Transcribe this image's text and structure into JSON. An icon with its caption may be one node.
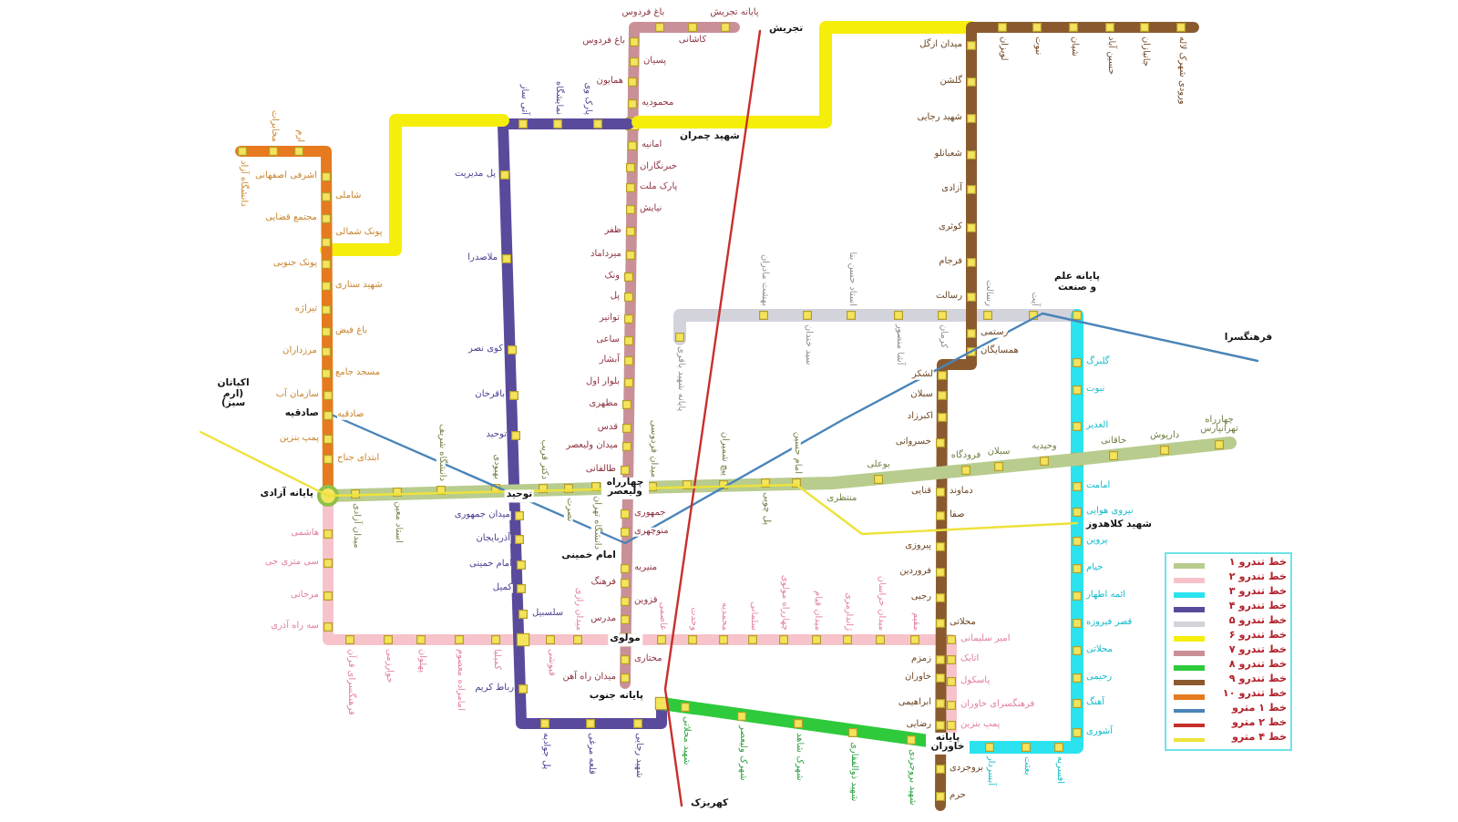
{
  "diagram": {
    "labels": [
      "دانشگاه آزاد",
      "مخابرات",
      "ارم",
      "اشرفی اصفهانی",
      "شاملی",
      "مجتمع قضایی",
      "پونک شمالی",
      "پونک جنوبی",
      "شهید ستاری",
      "تیراژه",
      "باغ فیض",
      "مرزداران",
      "مسجد جامع",
      "سازمان آب",
      "صادقیه",
      "صادقیه",
      "پمپ بنزین",
      "ابتدای جناح",
      "پایانه آزادی",
      "آتی ساز",
      "نمایشگاه",
      "پارک وی",
      "شهید چمران",
      "پل مدیریت",
      "ملاصدرا",
      "کوی نصر",
      "باقرخان",
      "توحید",
      "توحید",
      "میدان جمهوری",
      "آذربایجان",
      "امام خمینی",
      "کمیل",
      "سلسبیل",
      "رباط کریم",
      "پل جوادیه",
      "قلعه مرغی",
      "شهید رجایی",
      "میدان آزادی",
      "استاد معین",
      "دانشگاه شریف",
      "بهبودی",
      "دکتر قریب",
      "نصرت",
      "دانشگاه تهران",
      "چهارراه ولیعصر",
      "میدان فردوسی",
      "پیچ شمیران",
      "پل چوبی",
      "امام حسین",
      "منتظری",
      "بوعلی",
      "فرودگاه",
      "سبلان",
      "وحیدیه",
      "خاقانی",
      "دارپوش",
      "چهارراه تهرانپارس",
      "باغ فردوس",
      "پایانه تجریش",
      "باغ فردوس",
      "کاشانی",
      "پسیان",
      "همایون",
      "محمودیه",
      "امانیه",
      "خبرنگاران",
      "پارک ملت",
      "نیایش",
      "ظفر",
      "میرداماد",
      "ونک",
      "پل",
      "توانیر",
      "ساعی",
      "آبشار",
      "بلوار اول",
      "مطهری",
      "قدس",
      "میدان ولیعصر",
      "طالقانی",
      "جمهوری",
      "منوچهری",
      "امام خمینی",
      "منیریه",
      "فرهنگ",
      "قزوین",
      "مدرس",
      "مولوی",
      "مختاری",
      "میدان راه آهن",
      "هاشمی",
      "سی متری جی",
      "مرجانی",
      "سه راه آذری",
      "فرهنگسرای قرآن",
      "خوارزمی",
      "پهلوان",
      "امامزاده معصوم",
      "کمیلیا",
      "قبوشی",
      "میدان رازی",
      "عاصمی",
      "وحدت",
      "محمدیه",
      "سلمانی",
      "چهارراه مولوی",
      "میدان قیام",
      "ژاندارمری",
      "میدان خراسان",
      "مقیم",
      "امیر سلیمانی",
      "اتابک",
      "پاسکول",
      "فرهنگسرای خاوران",
      "پمپ بنزین",
      "میدان ازگل",
      "گلشن",
      "شهید رجایی",
      "شعبانلو",
      "آزادی",
      "کوثری",
      "فرجام",
      "رسالت",
      "رستمی",
      "همسایگان",
      "لشکر",
      "سبلان",
      "اکبرزاد",
      "خسروانی",
      "قنایی",
      "دماوند",
      "صفا",
      "پیروزی",
      "فروردین",
      "رجبی",
      "محلاتی",
      "زمزم",
      "خاوران",
      "ابراهیمی",
      "رضایی",
      "پایانه خاوران",
      "بروجردی",
      "حرم",
      "لویزان",
      "نبوت",
      "شیان",
      "حسین آباد",
      "جانبازان",
      "ورودی شهرک لاله",
      "پایانه شهید باقری",
      "بهشت مادران",
      "سید خندان",
      "استاد حسن بنا",
      "آشا منصور",
      "کرمان",
      "رسالت",
      "آیت",
      "پایانه علم و صنعت",
      "گلبرگ",
      "نبوت",
      "الغدیر",
      "امامت",
      "نیروی هوایی",
      "شهید کلاهدوز",
      "پروین",
      "خیام",
      "ائمه اطهار",
      "قصر فیروزه",
      "محلاتی",
      "رحیمی",
      "آهنگ",
      "آشوری",
      "افسریه",
      "بعثت",
      "آبسردار",
      "پایانه جنوب",
      "شهید محلاتی",
      "شهرک ولیعصر",
      "شهرک شاهد",
      "شهید ذوالفقاری",
      "شهید بروجردی",
      "تجریش",
      "کهریزک",
      "فرهنگسرا",
      "اکباتان (ارم سبز)"
    ],
    "legend": [
      {
        "text": "خط تندرو ۱",
        "color": "#b8cc8e"
      },
      {
        "text": "خط تندرو ۲",
        "color": "#f7c3cb"
      },
      {
        "text": "خط تندرو ۳",
        "color": "#2ae3ee"
      },
      {
        "text": "خط تندرو ۴",
        "color": "#5a4a9c"
      },
      {
        "text": "خط تندرو ۵",
        "color": "#d3d3dc"
      },
      {
        "text": "خط تندرو ۶",
        "color": "#f5ee0a"
      },
      {
        "text": "خط تندرو ۷",
        "color": "#c99098"
      },
      {
        "text": "خط تندرو ۸",
        "color": "#2fca3c"
      },
      {
        "text": "خط تندرو ۹",
        "color": "#8a5a2e"
      },
      {
        "text": "خط تندرو ۱۰",
        "color": "#e57a1e"
      },
      {
        "text": "خط ۱ مترو",
        "color": "#4a84b8"
      },
      {
        "text": "خط ۲ مترو",
        "color": "#c8302c"
      },
      {
        "text": "خط ۴ مترو",
        "color": "#ede23a"
      }
    ]
  }
}
